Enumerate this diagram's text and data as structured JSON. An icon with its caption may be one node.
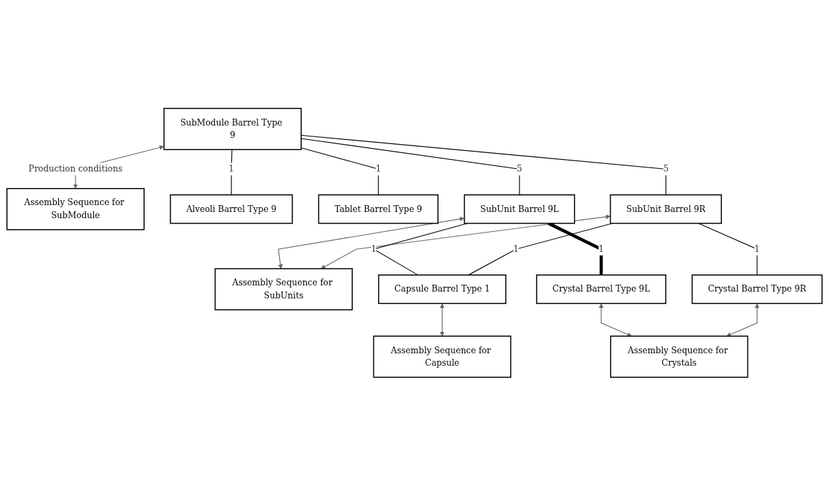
{
  "diagram": {
    "nodes": [
      {
        "text": [
          "SubModule Barrel Type 9"
        ]
      },
      {
        "text": [
          "Assembly Sequence for SubModule"
        ]
      },
      {
        "text": [
          "Alveoli Barrel Type 9"
        ]
      },
      {
        "text": [
          "Tablet Barrel Type 9"
        ]
      },
      {
        "text": [
          "SubUnit Barrel 9L"
        ]
      },
      {
        "text": [
          "SubUnit Barrel 9R"
        ]
      },
      {
        "text": [
          "Assembly Sequence for SubUnits"
        ]
      },
      {
        "text": [
          "Crystal Barrel Type 9L"
        ]
      },
      {
        "text": [
          "Crystal Barrel Type 9R"
        ]
      },
      {
        "text": [
          "Assembly Sequence for Crystals"
        ]
      },
      {
        "text": [
          "Capsule Barrel Type 1"
        ]
      },
      {
        "text": [
          "Assembly Sequence for Capsule"
        ]
      }
    ],
    "edges": [
      {
        "from": 0,
        "to": 1,
        "arrow": "both",
        "label": "Production conditions",
        "color": "#666666"
      },
      {
        "from": 0,
        "to": 2,
        "arrow": "none",
        "label": "1"
      },
      {
        "from": 0,
        "to": 5,
        "arrow": "none",
        "label": "5"
      },
      {
        "from": 0,
        "to": 3,
        "arrow": "none",
        "label": "1"
      },
      {
        "from": 0,
        "to": 4,
        "arrow": "none",
        "label": "5"
      },
      {
        "from": 4,
        "to": 6,
        "arrow": "both",
        "color": "#666666"
      },
      {
        "from": 5,
        "to": 6,
        "arrow": "both",
        "color": "#666666"
      },
      {
        "from": 4,
        "to": 10,
        "arrow": "none",
        "label": "1"
      },
      {
        "from": 4,
        "to": 7,
        "arrow": "none",
        "label": "1",
        "style": "thick"
      },
      {
        "from": 5,
        "to": 10,
        "arrow": "none",
        "label": "1"
      },
      {
        "from": 5,
        "to": 8,
        "arrow": "none",
        "label": "1"
      },
      {
        "from": 7,
        "to": 9,
        "arrow": "both",
        "color": "#666666"
      },
      {
        "from": 8,
        "to": 9,
        "arrow": "both",
        "color": "#666666"
      },
      {
        "from": 10,
        "to": 11,
        "arrow": "both",
        "color": "#666666"
      }
    ]
  }
}
